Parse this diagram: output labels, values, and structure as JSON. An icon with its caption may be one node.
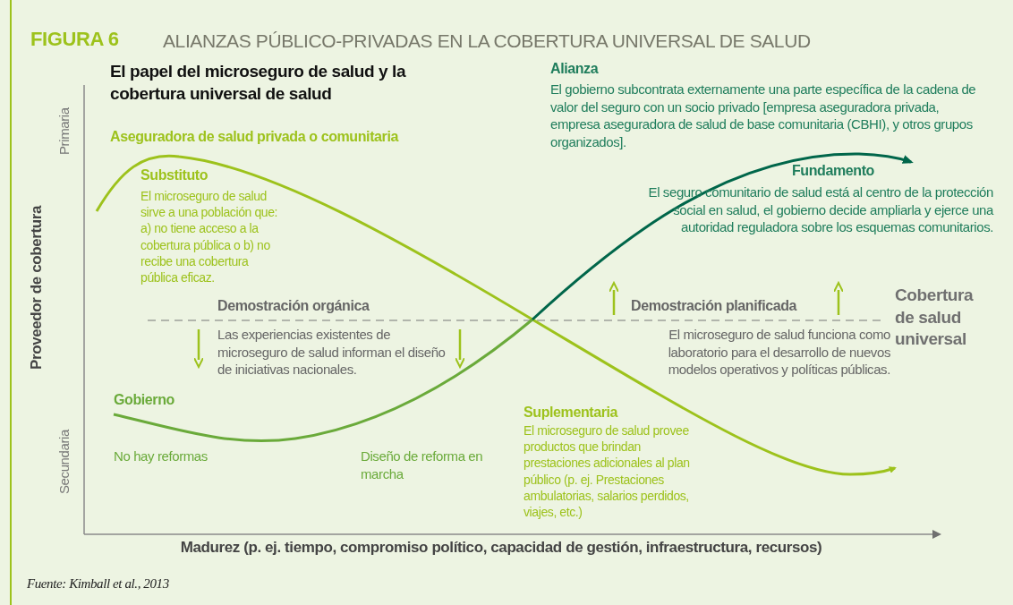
{
  "diagram": {
    "title": "ALIANZAS PÚBLICO-PRIVADAS EN LA COBERTURA UNIVERSAL DE SALUD",
    "caption": "Fuente: Kimball et al., 2013",
    "labels": [
      "FIGURA 6",
      "El papel del microseguro de salud y la cobertura universal de salud",
      "Alianza",
      "El gobierno subcontrata externamente una parte específica de la cadena de valor del seguro con un socio privado [empresa aseguradora privada, empresa aseguradora de salud de base comunitaria (CBHI), y otros grupos organizados].",
      "Primaria",
      "Aseguradora de salud privada o comunitaria",
      "Substituto",
      "El microseguro de salud sirve a una población que: a) no tiene acceso a la cobertura pública o b) no recibe una cobertura pública eficaz.",
      "Fundamento",
      "El seguro comunitario de salud está al centro de la protección social en salud, el gobierno decide ampliarla y ejerce una autoridad reguladora sobre los esquemas comunitarios.",
      "Proveedor de cobertura",
      "Demostración orgánica",
      "Demostración planificada",
      "Cobertura de salud universal",
      "Las experiencias existentes de microseguro de salud informan el diseño de iniciativas nacionales.",
      "El microseguro de salud funciona como laboratorio para el desarrollo de nuevos modelos operativos y políticas públicas.",
      "Gobierno",
      "Suplementaria",
      "El microseguro de salud provee productos que brindan prestaciones adicionales al plan público (p. ej. Prestaciones ambulatorias, salarios perdidos, viajes, etc.)",
      "Secundaria",
      "No hay reformas",
      "Diseño de reforma en marcha",
      "Madurez (p. ej. tiempo, compromiso político, capacidad de gestión, infraestructura, recursos)"
    ]
  }
}
